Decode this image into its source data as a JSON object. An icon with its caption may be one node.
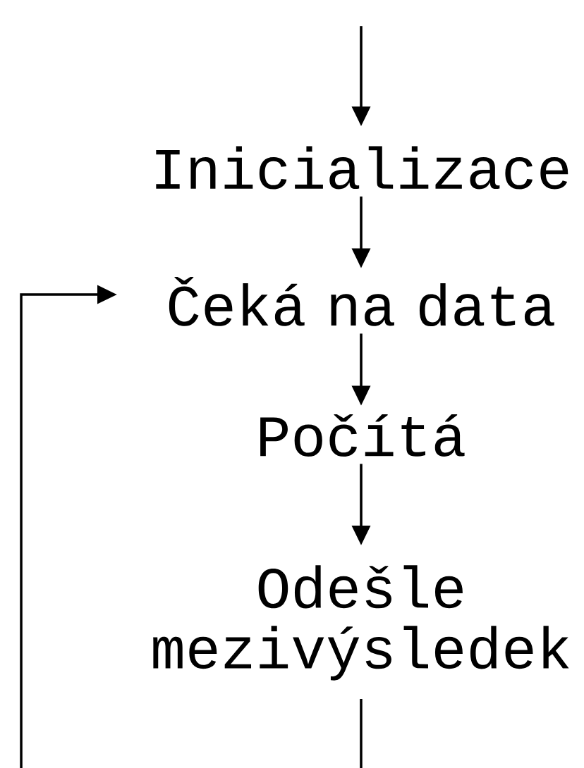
{
  "diagram": {
    "nodes": [
      {
        "text": [
          "Inicializace"
        ]
      },
      {
        "text": [
          "Čeká na data"
        ]
      },
      {
        "text": [
          "Počítá"
        ]
      },
      {
        "text": [
          "Odešle mezivýsledek"
        ]
      }
    ],
    "edges": [
      {
        "from": null,
        "to": 0,
        "arrow": "to"
      },
      {
        "from": 0,
        "to": 1,
        "arrow": "to"
      },
      {
        "from": 1,
        "to": 2,
        "arrow": "to"
      },
      {
        "from": 2,
        "to": 3,
        "arrow": "to"
      },
      {
        "from": 3,
        "to": 1,
        "arrow": "to"
      }
    ]
  }
}
